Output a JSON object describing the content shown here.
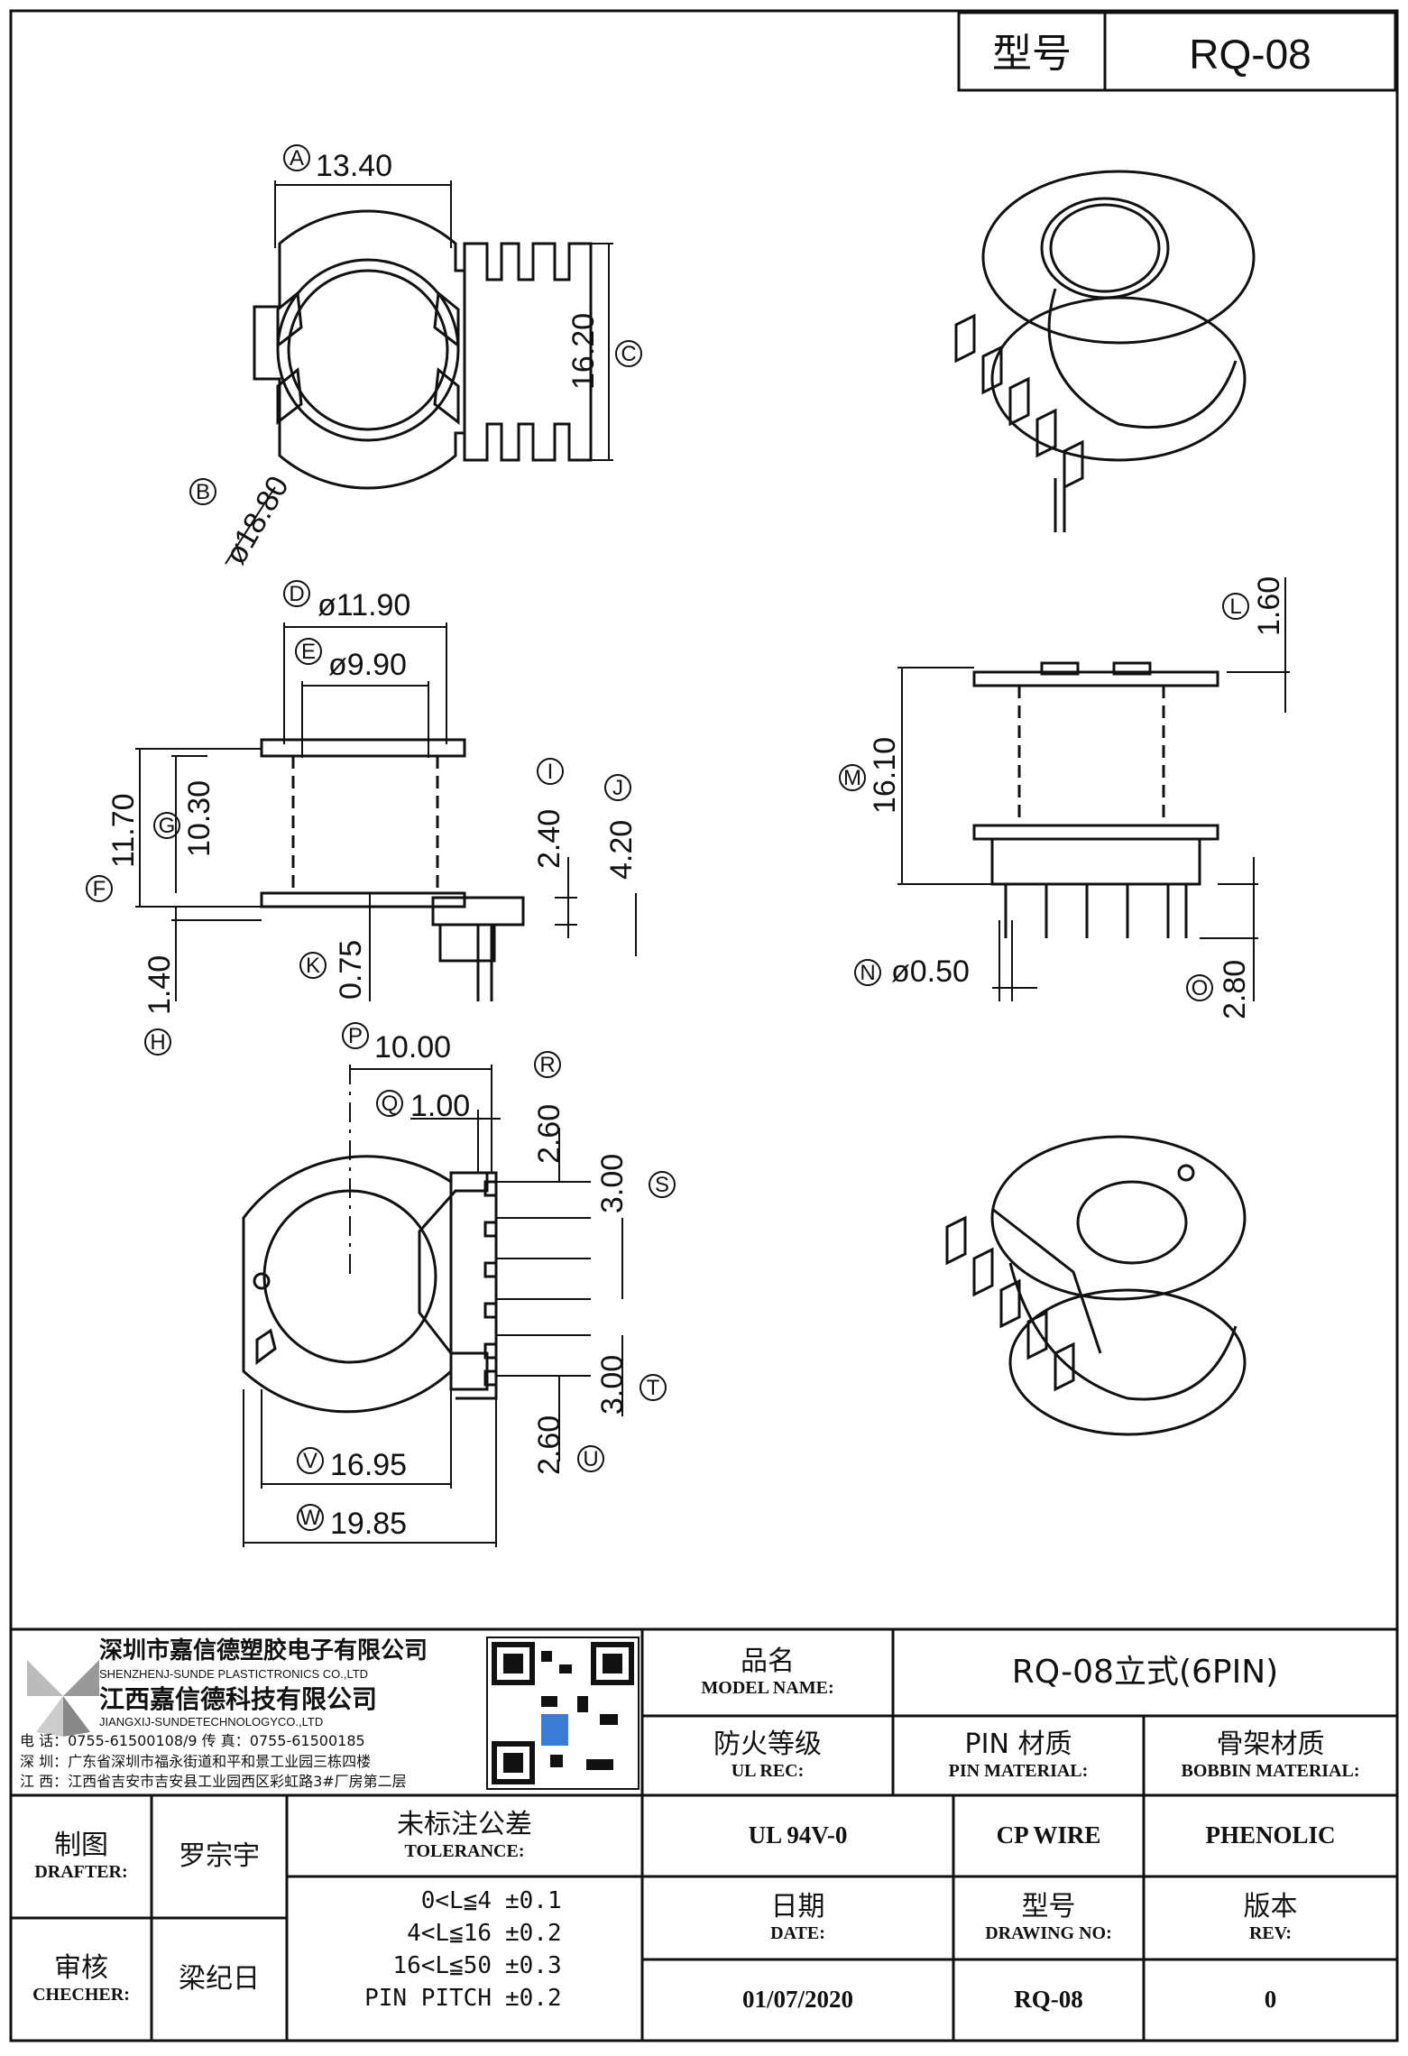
{
  "header": {
    "model_label": "型号",
    "model_value": "RQ-08"
  },
  "dimensions": [
    {
      "id": "A",
      "value": "13.40"
    },
    {
      "id": "B",
      "value": "ø18.80"
    },
    {
      "id": "C",
      "value": "16.20"
    },
    {
      "id": "D",
      "value": "ø11.90"
    },
    {
      "id": "E",
      "value": "ø9.90"
    },
    {
      "id": "F",
      "value": "11.70"
    },
    {
      "id": "G",
      "value": "10.30"
    },
    {
      "id": "H",
      "value": "1.40"
    },
    {
      "id": "I",
      "value": "2.40"
    },
    {
      "id": "J",
      "value": "4.20"
    },
    {
      "id": "K",
      "value": "0.75"
    },
    {
      "id": "L",
      "value": "1.60"
    },
    {
      "id": "M",
      "value": "16.10"
    },
    {
      "id": "N",
      "value": "ø0.50"
    },
    {
      "id": "O",
      "value": "2.80"
    },
    {
      "id": "P",
      "value": "10.00"
    },
    {
      "id": "Q",
      "value": "1.00"
    },
    {
      "id": "R",
      "value": "2.60"
    },
    {
      "id": "S",
      "value": "3.00"
    },
    {
      "id": "T",
      "value": "3.00"
    },
    {
      "id": "U",
      "value": "2.60"
    },
    {
      "id": "V",
      "value": "16.95"
    },
    {
      "id": "W",
      "value": "19.85"
    }
  ],
  "company": {
    "name_sz_cn": "深圳市嘉信德塑胶电子有限公司",
    "name_sz_en": "SHENZHENJ-SUNDE PLASTICTRONICS CO.,LTD",
    "name_jx_cn": "江西嘉信德科技有限公司",
    "name_jx_en": "JIANGXIJ-SUNDETECHNOLOGYCO.,LTD",
    "phone": "电 话：0755-61500108/9     传 真：0755-61500185",
    "addr_sz": "深 圳：广东省深圳市福永街道和平和景工业园三栋四楼",
    "addr_jx": "江 西：江西省吉安市吉安县工业园西区彩虹路3#厂房第二层"
  },
  "title_block": {
    "model_name_label_cn": "品名",
    "model_name_label_en": "MODEL NAME:",
    "model_name_value": "RQ-08立式(6PIN)",
    "ul_label_cn": "防火等级",
    "ul_label_en": "UL REC:",
    "pin_label_cn": "PIN 材质",
    "pin_label_en": "PIN MATERIAL:",
    "bobbin_label_cn": "骨架材质",
    "bobbin_label_en": "BOBBIN MATERIAL:",
    "ul_value": "UL 94V-0",
    "pin_value": "CP WIRE",
    "bobbin_value": "PHENOLIC",
    "drafter_label_cn": "制图",
    "drafter_label_en": "DRAFTER:",
    "drafter_value": "罗宗宇",
    "checker_label_cn": "审核",
    "checker_label_en": "CHECHER:",
    "checker_value": "梁纪日",
    "tolerance_label_cn": "未标注公差",
    "tolerance_label_en": "TOLERANCE:",
    "tolerances": [
      {
        "range": "0<L≦4",
        "value": "±0.1"
      },
      {
        "range": "4<L≦16",
        "value": "±0.2"
      },
      {
        "range": "16<L≦50",
        "value": "±0.3"
      },
      {
        "range": "PIN PITCH",
        "value": "±0.2"
      }
    ],
    "date_label_cn": "日期",
    "date_label_en": "DATE:",
    "date_value": "01/07/2020",
    "drawing_label_cn": "型号",
    "drawing_label_en": "DRAWING NO:",
    "drawing_value": "RQ-08",
    "rev_label_cn": "版本",
    "rev_label_en": "REV:",
    "rev_value": "0"
  }
}
